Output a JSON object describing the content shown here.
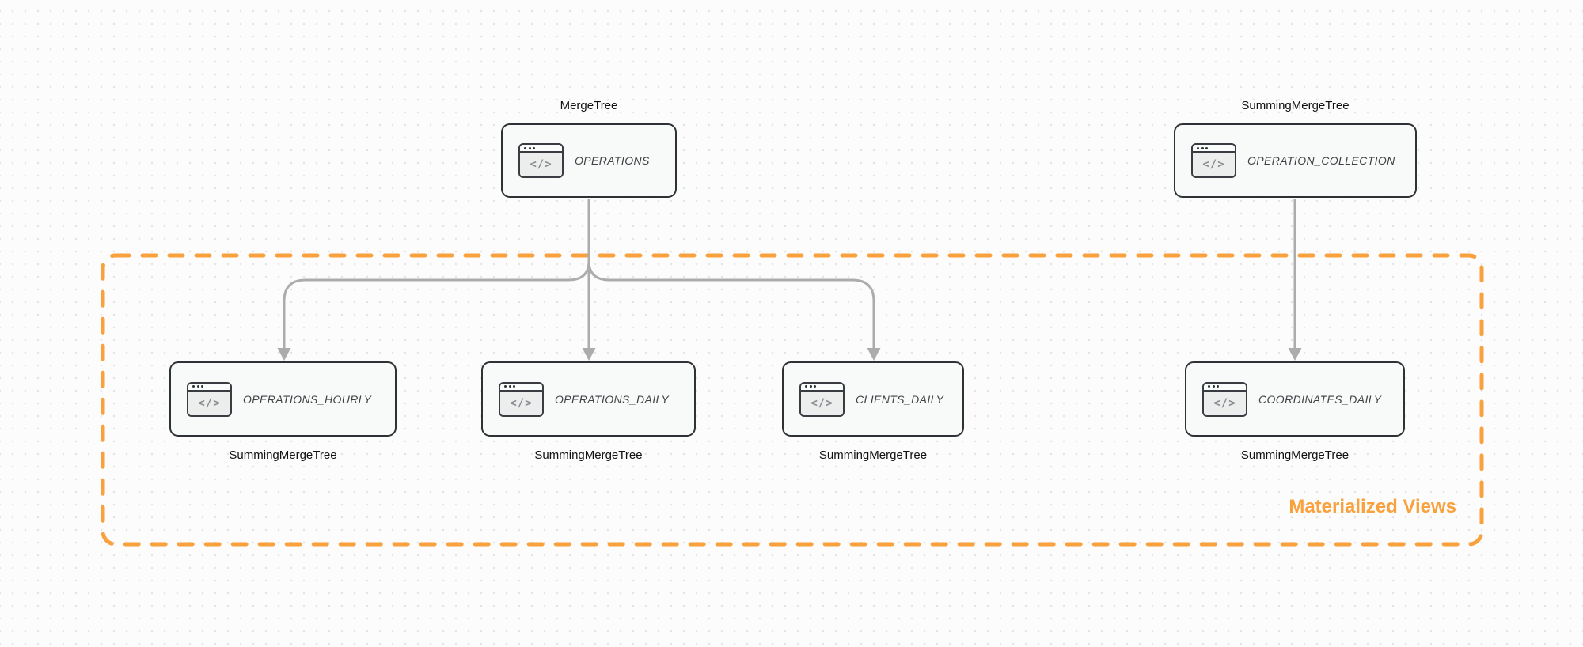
{
  "nodes": {
    "operations": {
      "name": "OPERATIONS",
      "engine": "MergeTree",
      "engine_position": "above"
    },
    "operation_collection": {
      "name": "OPERATION_COLLECTION",
      "engine": "SummingMergeTree",
      "engine_position": "above"
    },
    "operations_hourly": {
      "name": "OPERATIONS_HOURLY",
      "engine": "SummingMergeTree",
      "engine_position": "below"
    },
    "operations_daily": {
      "name": "OPERATIONS_DAILY",
      "engine": "SummingMergeTree",
      "engine_position": "below"
    },
    "clients_daily": {
      "name": "CLIENTS_DAILY",
      "engine": "SummingMergeTree",
      "engine_position": "below"
    },
    "coordinates_daily": {
      "name": "COORDINATES_DAILY",
      "engine": "SummingMergeTree",
      "engine_position": "below"
    }
  },
  "edges": [
    {
      "from": "OPERATIONS",
      "to": "OPERATIONS_HOURLY"
    },
    {
      "from": "OPERATIONS",
      "to": "OPERATIONS_DAILY"
    },
    {
      "from": "OPERATIONS",
      "to": "CLIENTS_DAILY"
    },
    {
      "from": "OPERATION_COLLECTION",
      "to": "COORDINATES_DAILY"
    }
  ],
  "group": {
    "label": "Materialized Views"
  },
  "icons": {
    "code_window_glyph": "</>"
  },
  "colors": {
    "accent_orange": "#F9A13C",
    "arrow_gray": "#ACACAC",
    "node_border": "#2F3235",
    "node_fill": "#F8FAFA",
    "background": "#FCFCFC"
  }
}
